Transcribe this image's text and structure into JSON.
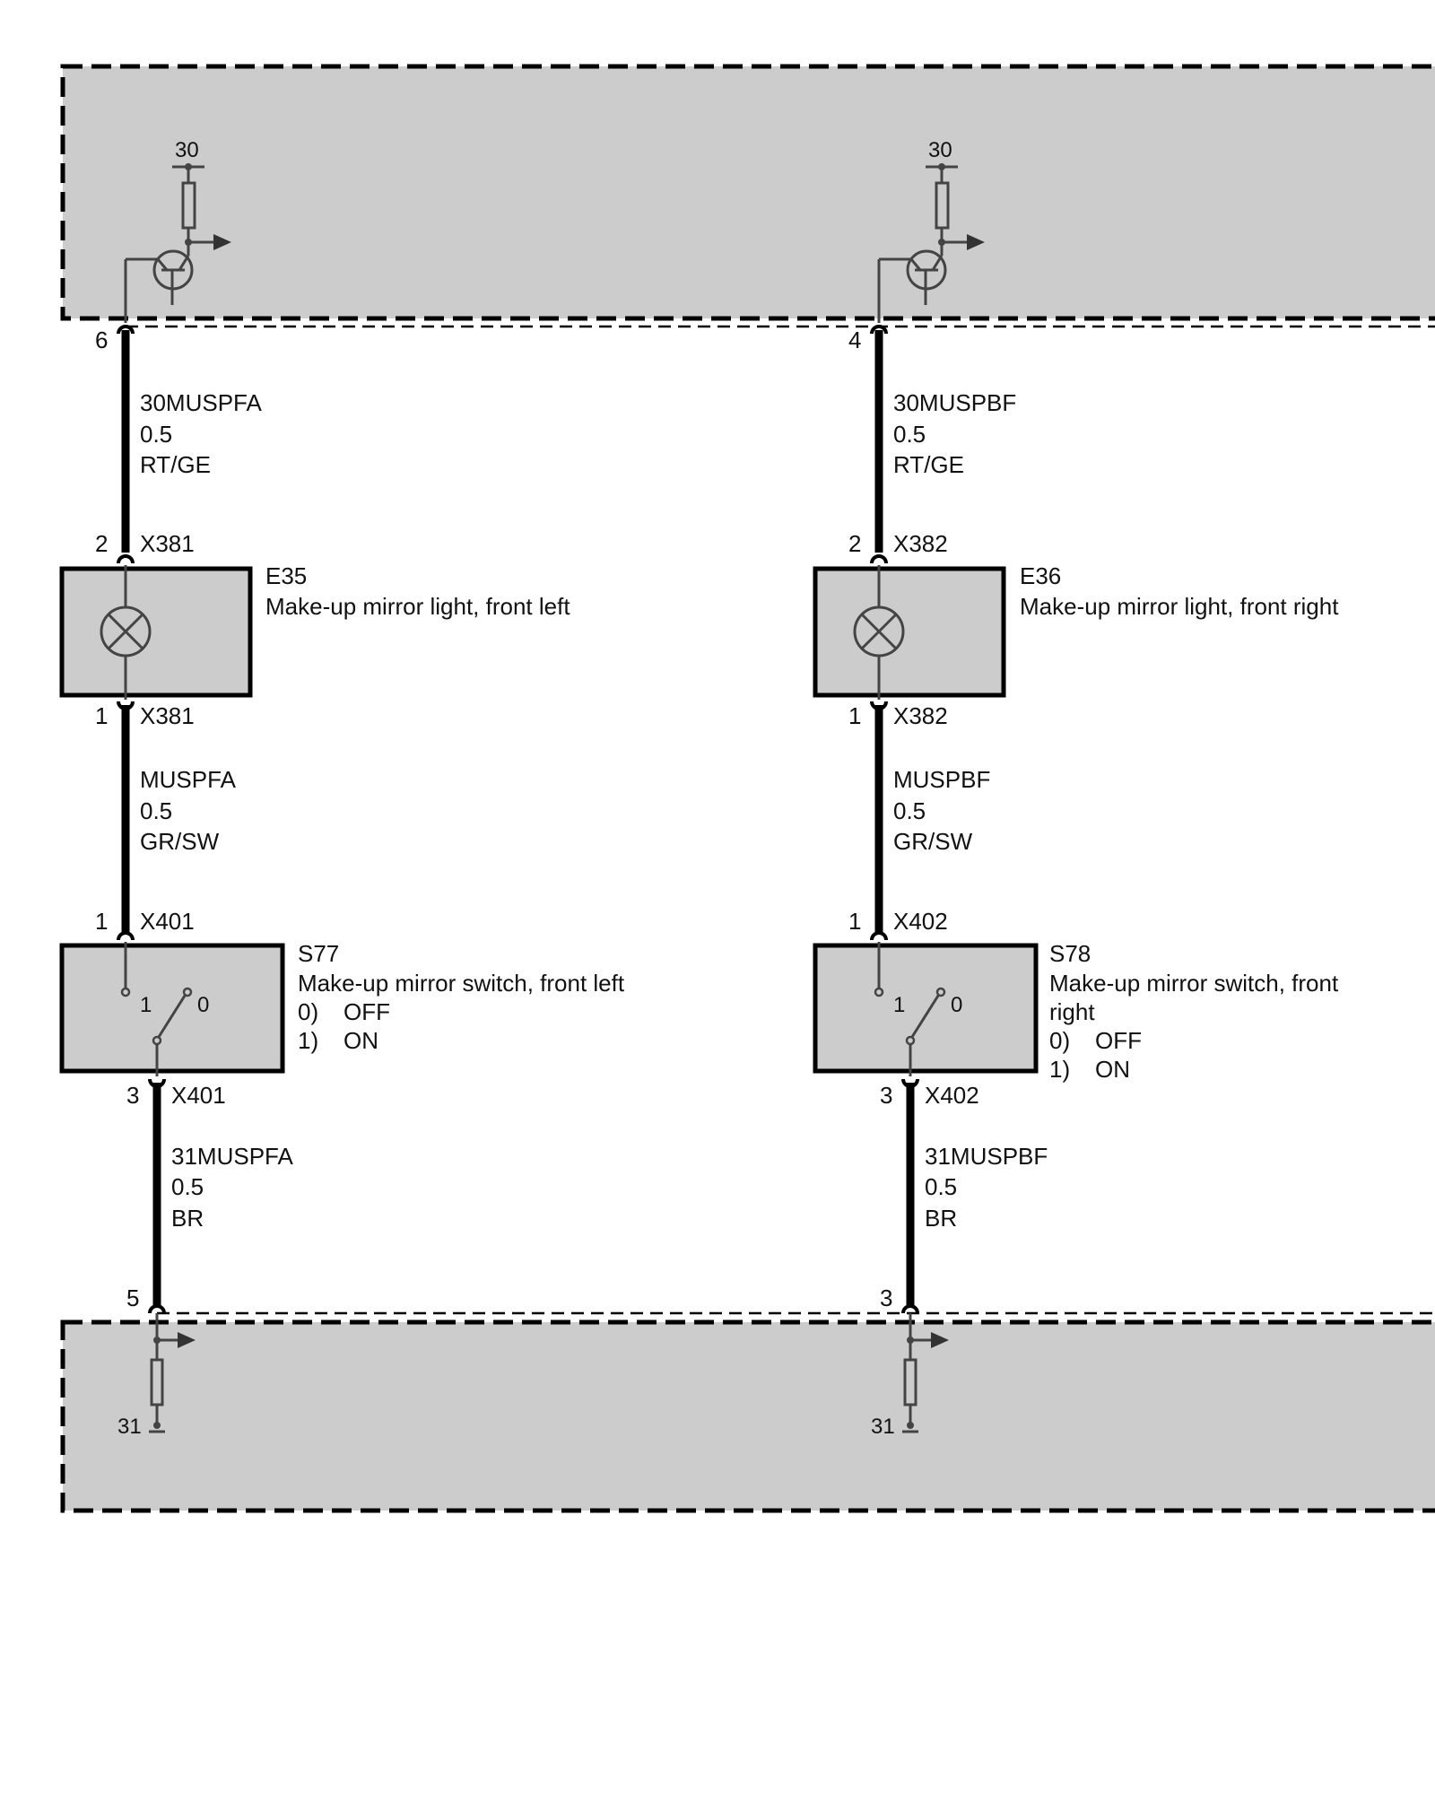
{
  "channels": [
    {
      "supply_terminal": "30",
      "top_pin": "6",
      "wire1": {
        "name": "30MUSPFA",
        "size": "0.5",
        "color": "RT/GE"
      },
      "lamp_in_pin": "2",
      "lamp_connector": "X381",
      "lamp": {
        "id": "E35",
        "desc": "Make-up mirror light, front left"
      },
      "lamp_out_pin": "1",
      "wire2": {
        "name": "MUSPFA",
        "size": "0.5",
        "color": "GR/SW"
      },
      "switch_in_pin": "1",
      "switch_connector": "X401",
      "switch": {
        "id": "S77",
        "desc1": "Make-up mirror switch, front left",
        "desc2": "",
        "pos1_num": "1",
        "pos0_num": "0",
        "state0_key": "0)",
        "state0": "OFF",
        "state1_key": "1)",
        "state1": "ON"
      },
      "switch_out_pin": "3",
      "wire3": {
        "name": "31MUSPFA",
        "size": "0.5",
        "color": "BR"
      },
      "bottom_pin": "5",
      "ground_terminal": "31"
    },
    {
      "supply_terminal": "30",
      "top_pin": "4",
      "wire1": {
        "name": "30MUSPBF",
        "size": "0.5",
        "color": "RT/GE"
      },
      "lamp_in_pin": "2",
      "lamp_connector": "X382",
      "lamp": {
        "id": "E36",
        "desc": "Make-up mirror light, front right"
      },
      "lamp_out_pin": "1",
      "wire2": {
        "name": "MUSPBF",
        "size": "0.5",
        "color": "GR/SW"
      },
      "switch_in_pin": "1",
      "switch_connector": "X402",
      "switch": {
        "id": "S78",
        "desc1": "Make-up mirror switch, front",
        "desc2": "right",
        "pos1_num": "1",
        "pos0_num": "0",
        "state0_key": "0)",
        "state0": "OFF",
        "state1_key": "1)",
        "state1": "ON"
      },
      "switch_out_pin": "3",
      "wire3": {
        "name": "31MUSPBF",
        "size": "0.5",
        "color": "BR"
      },
      "bottom_pin": "3",
      "ground_terminal": "31"
    }
  ]
}
